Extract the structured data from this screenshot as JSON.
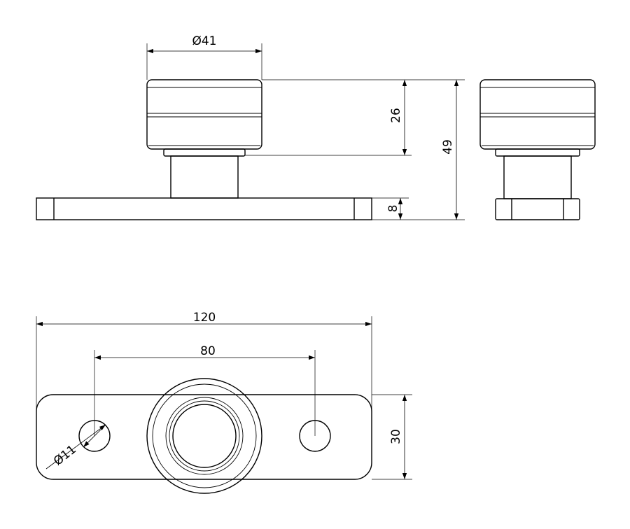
{
  "dimensions": {
    "knob_diameter": "Ø41",
    "knob_height": "26",
    "total_height": "49",
    "base_thickness": "8",
    "overall_length": "120",
    "hole_spacing": "80",
    "hole_diameter": "Ø11",
    "base_width": "30"
  }
}
